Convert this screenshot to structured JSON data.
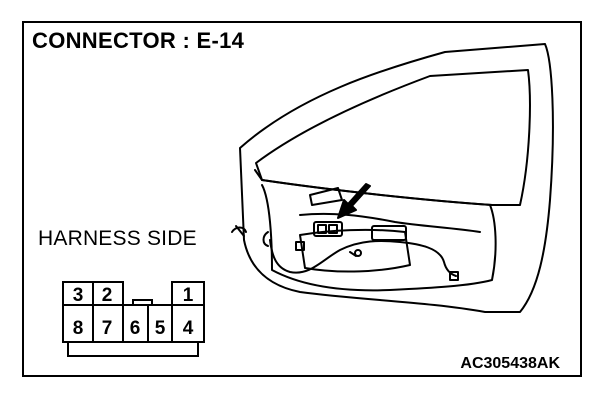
{
  "header": {
    "title": "CONNECTOR : E-14"
  },
  "labels": {
    "harness_side": "HARNESS SIDE",
    "figure_code": "AC305438AK"
  },
  "connector": {
    "top_row": [
      "3",
      "2",
      "1"
    ],
    "bottom_row": [
      "8",
      "7",
      "6",
      "5",
      "4"
    ]
  }
}
